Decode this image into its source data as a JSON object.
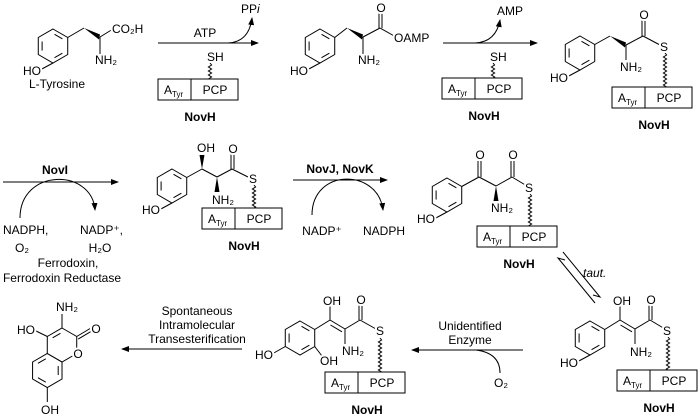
{
  "labels": {
    "ho": "HO",
    "oh": "OH",
    "nh2": "NH₂",
    "o": "O",
    "s": "S",
    "sh": "SH",
    "co2h": "CO₂H",
    "oamp": "OAMP"
  },
  "enzyme": {
    "domain_a": "A",
    "domain_a_sub": "Tyr",
    "domain_pcp": "PCP",
    "name": "NovH"
  },
  "compounds": {
    "start": "L-Tyrosine"
  },
  "steps": {
    "s1": {
      "reagent": "ATP",
      "byproduct": "PP",
      "byproduct_italic": "i"
    },
    "s2": {
      "byproduct": "AMP"
    },
    "s3": {
      "enzyme": "NovI",
      "in1": "NADPH,",
      "in2": "O₂",
      "out1": "NADP⁺,",
      "out2": "H₂O",
      "cofactor1": "Ferrodoxin,",
      "cofactor2": "Ferrodoxin Reductase"
    },
    "s4": {
      "enzyme": "NovJ, NovK",
      "in": "NADP⁺",
      "out": "NADPH"
    },
    "s5": {
      "label": "taut."
    },
    "s6": {
      "line1": "Unidentified",
      "line2": "Enzyme",
      "in": "O₂"
    },
    "s7": {
      "line1": "Spontaneous",
      "line2": "Intramolecular",
      "line3": "Transesterification"
    }
  }
}
